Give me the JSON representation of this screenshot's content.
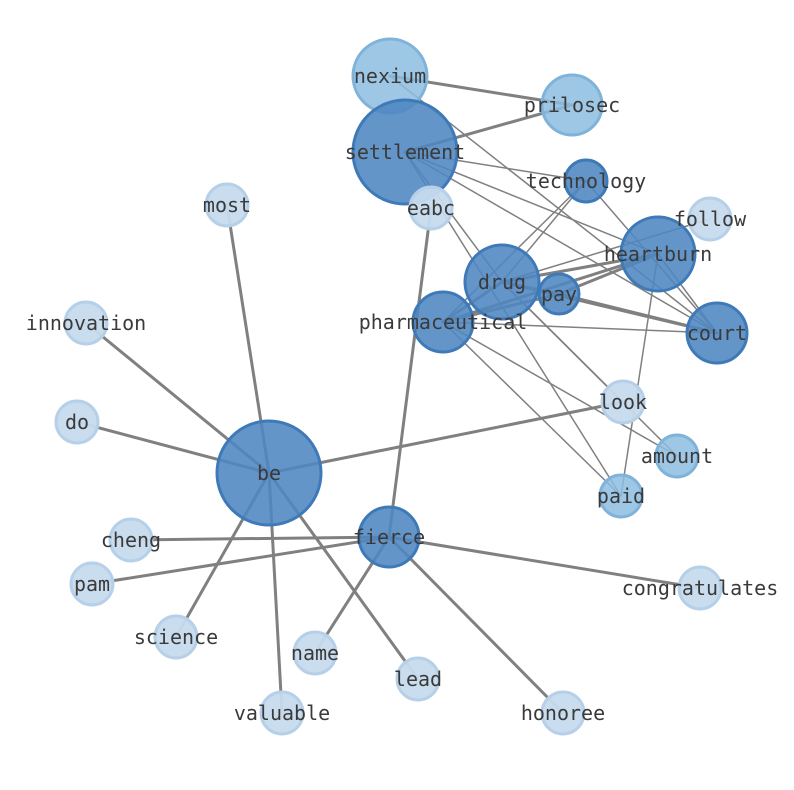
{
  "colors": {
    "background": "#ffffff",
    "edge": "#808080",
    "label": "#3a3a3a",
    "node_dark": "#4f86c2",
    "node_dark_stroke": "#3f7ab8",
    "node_mid": "#8cbde0",
    "node_mid_stroke": "#7fb3da",
    "node_light": "#c6dbee",
    "node_light_stroke": "#b5d0e8"
  },
  "nodes": [
    {
      "id": "nexium",
      "label": "nexium",
      "tone": "mid",
      "size": "large"
    },
    {
      "id": "prilosec",
      "label": "prilosec",
      "tone": "mid",
      "size": "medium"
    },
    {
      "id": "settlement",
      "label": "settlement",
      "tone": "dark",
      "size": "xlarge"
    },
    {
      "id": "technology",
      "label": "technology",
      "tone": "dark",
      "size": "small"
    },
    {
      "id": "most",
      "label": "most",
      "tone": "light",
      "size": "small"
    },
    {
      "id": "eabc",
      "label": "eabc",
      "tone": "light",
      "size": "small"
    },
    {
      "id": "follow",
      "label": "follow",
      "tone": "light",
      "size": "small"
    },
    {
      "id": "heartburn",
      "label": "heartburn",
      "tone": "dark",
      "size": "large"
    },
    {
      "id": "drug",
      "label": "drug",
      "tone": "dark",
      "size": "large"
    },
    {
      "id": "pay",
      "label": "pay",
      "tone": "dark",
      "size": "small"
    },
    {
      "id": "innovation",
      "label": "innovation",
      "tone": "light",
      "size": "small"
    },
    {
      "id": "pharmaceutical",
      "label": "pharmaceutical",
      "tone": "dark",
      "size": "medium"
    },
    {
      "id": "court",
      "label": "court",
      "tone": "dark",
      "size": "medium"
    },
    {
      "id": "look",
      "label": "look",
      "tone": "light",
      "size": "small"
    },
    {
      "id": "do",
      "label": "do",
      "tone": "light",
      "size": "small"
    },
    {
      "id": "amount",
      "label": "amount",
      "tone": "mid",
      "size": "small"
    },
    {
      "id": "be",
      "label": "be",
      "tone": "dark",
      "size": "xxlarge"
    },
    {
      "id": "paid",
      "label": "paid",
      "tone": "mid",
      "size": "small"
    },
    {
      "id": "fierce",
      "label": "fierce",
      "tone": "dark",
      "size": "medium"
    },
    {
      "id": "cheng",
      "label": "cheng",
      "tone": "light",
      "size": "small"
    },
    {
      "id": "pam",
      "label": "pam",
      "tone": "light",
      "size": "small"
    },
    {
      "id": "congratulates",
      "label": "congratulates",
      "tone": "light",
      "size": "small"
    },
    {
      "id": "science",
      "label": "science",
      "tone": "light",
      "size": "small"
    },
    {
      "id": "name",
      "label": "name",
      "tone": "light",
      "size": "small"
    },
    {
      "id": "lead",
      "label": "lead",
      "tone": "light",
      "size": "small"
    },
    {
      "id": "valuable",
      "label": "valuable",
      "tone": "light",
      "size": "small"
    },
    {
      "id": "honoree",
      "label": "honoree",
      "tone": "light",
      "size": "small"
    }
  ],
  "edges": [
    {
      "source": "nexium",
      "target": "prilosec",
      "weight": "heavy"
    },
    {
      "source": "settlement",
      "target": "prilosec",
      "weight": "heavy"
    },
    {
      "source": "nexium",
      "target": "court",
      "weight": "light"
    },
    {
      "source": "settlement",
      "target": "technology",
      "weight": "light"
    },
    {
      "source": "settlement",
      "target": "heartburn",
      "weight": "light"
    },
    {
      "source": "settlement",
      "target": "court",
      "weight": "light"
    },
    {
      "source": "settlement",
      "target": "paid",
      "weight": "light"
    },
    {
      "source": "settlement",
      "target": "drug",
      "weight": "light"
    },
    {
      "source": "technology",
      "target": "drug",
      "weight": "light"
    },
    {
      "source": "technology",
      "target": "pharmaceutical",
      "weight": "light"
    },
    {
      "source": "technology",
      "target": "court",
      "weight": "light"
    },
    {
      "source": "follow",
      "target": "drug",
      "weight": "light"
    },
    {
      "source": "heartburn",
      "target": "drug",
      "weight": "heavy"
    },
    {
      "source": "heartburn",
      "target": "pay",
      "weight": "heavy"
    },
    {
      "source": "heartburn",
      "target": "pharmaceutical",
      "weight": "heavy"
    },
    {
      "source": "heartburn",
      "target": "court",
      "weight": "light"
    },
    {
      "source": "heartburn",
      "target": "paid",
      "weight": "light"
    },
    {
      "source": "drug",
      "target": "pay",
      "weight": "heavy"
    },
    {
      "source": "drug",
      "target": "pharmaceutical",
      "weight": "heavy"
    },
    {
      "source": "drug",
      "target": "court",
      "weight": "heavy"
    },
    {
      "source": "drug",
      "target": "look",
      "weight": "light"
    },
    {
      "source": "pharmaceutical",
      "target": "pay",
      "weight": "heavy"
    },
    {
      "source": "pharmaceutical",
      "target": "court",
      "weight": "light"
    },
    {
      "source": "pharmaceutical",
      "target": "amount",
      "weight": "light"
    },
    {
      "source": "pharmaceutical",
      "target": "paid",
      "weight": "light"
    },
    {
      "source": "pay",
      "target": "court",
      "weight": "heavy"
    },
    {
      "source": "look",
      "target": "drug",
      "weight": "light"
    },
    {
      "source": "amount",
      "target": "drug",
      "weight": "light"
    },
    {
      "source": "eabc",
      "target": "fierce",
      "weight": "heavy"
    },
    {
      "source": "be",
      "target": "most",
      "weight": "heavy"
    },
    {
      "source": "be",
      "target": "innovation",
      "weight": "heavy"
    },
    {
      "source": "be",
      "target": "do",
      "weight": "heavy"
    },
    {
      "source": "be",
      "target": "look",
      "weight": "heavy"
    },
    {
      "source": "be",
      "target": "science",
      "weight": "heavy"
    },
    {
      "source": "be",
      "target": "valuable",
      "weight": "heavy"
    },
    {
      "source": "be",
      "target": "lead",
      "weight": "heavy"
    },
    {
      "source": "fierce",
      "target": "cheng",
      "weight": "heavy"
    },
    {
      "source": "fierce",
      "target": "pam",
      "weight": "heavy"
    },
    {
      "source": "fierce",
      "target": "congratulates",
      "weight": "heavy"
    },
    {
      "source": "fierce",
      "target": "name",
      "weight": "heavy"
    },
    {
      "source": "fierce",
      "target": "honoree",
      "weight": "heavy"
    }
  ]
}
